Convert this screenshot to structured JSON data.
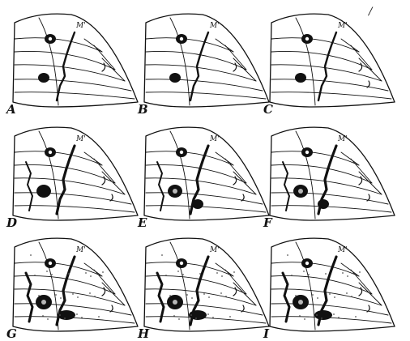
{
  "figure": {
    "annotation": "M'",
    "stray_mark": "/",
    "colors": {
      "ink": "#111111",
      "paper": "#ffffff",
      "speckle": "#555555"
    },
    "panels": [
      {
        "label": "A",
        "variant": 0
      },
      {
        "label": "B",
        "variant": 1
      },
      {
        "label": "C",
        "variant": 2
      },
      {
        "label": "D",
        "variant": 3
      },
      {
        "label": "E",
        "variant": 4
      },
      {
        "label": "F",
        "variant": 5
      },
      {
        "label": "G",
        "variant": 6
      },
      {
        "label": "H",
        "variant": 7
      },
      {
        "label": "I",
        "variant": 8
      }
    ]
  }
}
